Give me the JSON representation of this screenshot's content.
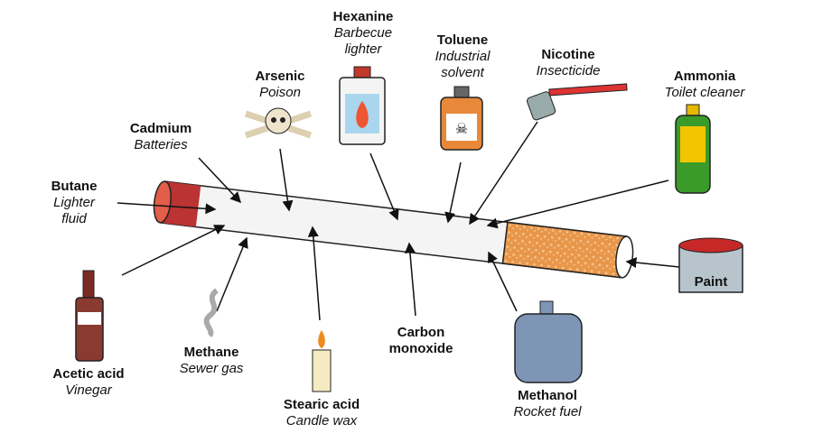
{
  "chemicals": [
    {
      "id": "hexanine",
      "name": "Hexanine",
      "use": "Barbecue lighter"
    },
    {
      "id": "toluene",
      "name": "Toluene",
      "use": "Industrial solvent"
    },
    {
      "id": "nicotine",
      "name": "Nicotine",
      "use": "Insecticide"
    },
    {
      "id": "ammonia",
      "name": "Ammonia",
      "use": "Toilet cleaner"
    },
    {
      "id": "arsenic",
      "name": "Arsenic",
      "use": "Poison"
    },
    {
      "id": "cadmium",
      "name": "Cadmium",
      "use": "Batteries"
    },
    {
      "id": "butane",
      "name": "Butane",
      "use": "Lighter fluid"
    },
    {
      "id": "paint",
      "name": "Paint"
    },
    {
      "id": "acetic",
      "name": "Acetic acid",
      "use": "Vinegar"
    },
    {
      "id": "methane",
      "name": "Methane",
      "use": "Sewer gas"
    },
    {
      "id": "stearic",
      "name": "Stearic acid",
      "use": "Candle wax"
    },
    {
      "id": "co",
      "name": "Carbon monoxide"
    },
    {
      "id": "methanol",
      "name": "Methanol",
      "use": "Rocket fuel"
    }
  ],
  "colors": {
    "filter": "#e89a4a",
    "ember": "#c0392b",
    "bottle": "#7a2a22",
    "ammonia": "#3a9a2a",
    "tank": "#7e95b5",
    "paint": "#c62828"
  }
}
